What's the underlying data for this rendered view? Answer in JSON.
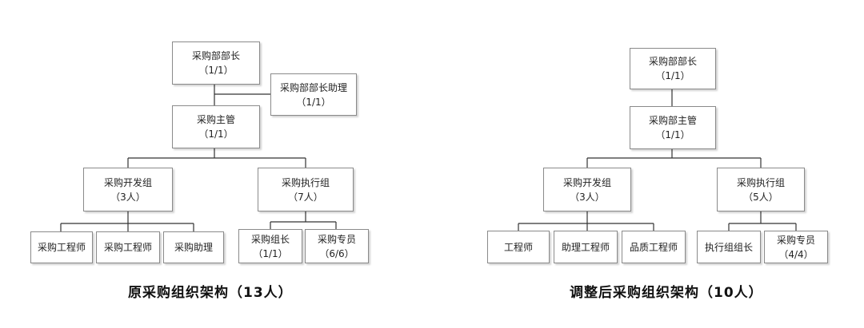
{
  "left": {
    "caption": "原采购组织架构（13人）",
    "head": {
      "title": "采购部部长",
      "count": "（1/1）"
    },
    "assistant": {
      "title": "采购部部长助理",
      "count": "（1/1）"
    },
    "supervisor": {
      "title": "采购主管",
      "count": "（1/1）"
    },
    "dev_group": {
      "title": "采购开发组",
      "count": "（3人）"
    },
    "exec_group": {
      "title": "采购执行组",
      "count": "（7人）"
    },
    "dev_members": [
      "采购工程师",
      "采购工程师",
      "采购助理"
    ],
    "exec_members": [
      {
        "title": "采购组长",
        "count": "（1/1）"
      },
      {
        "title": "采购专员",
        "count": "（6/6）"
      }
    ]
  },
  "right": {
    "caption": "调整后采购组织架构（10人）",
    "head": {
      "title": "采购部部长",
      "count": "（1/1）"
    },
    "supervisor": {
      "title": "采购部主管",
      "count": "（1/1）"
    },
    "dev_group": {
      "title": "采购开发组",
      "count": "（3人）"
    },
    "exec_group": {
      "title": "采购执行组",
      "count": "（5人）"
    },
    "dev_members": [
      "工程师",
      "助理工程师",
      "品质工程师"
    ],
    "exec_members": [
      {
        "title": "执行组组长"
      },
      {
        "title": "采购专员",
        "count": "（4/4）"
      }
    ]
  }
}
